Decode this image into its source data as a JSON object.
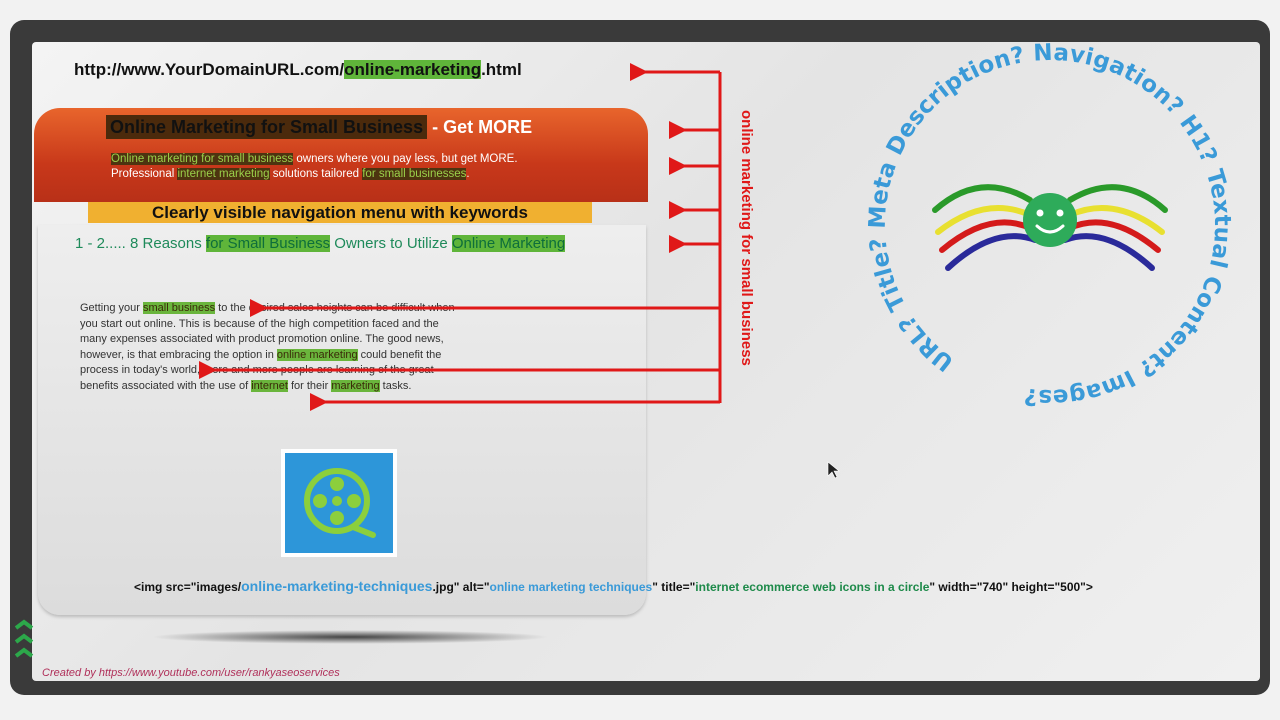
{
  "url_line": {
    "prefix": "http://www.YourDomainURL.com/",
    "keyword": "online-marketing",
    "suffix": ".html"
  },
  "banner": {
    "title_keyword": "Online Marketing for Small Business",
    "title_rest": " - Get MORE",
    "meta_line1_kw": "Online marketing for small business",
    "meta_line1_rest": " owners where you pay less, but get MORE.",
    "meta_line2_a": "Professional ",
    "meta_line2_kw1": "internet marketing",
    "meta_line2_b": " solutions tailored ",
    "meta_line2_kw2": "for small businesses",
    "meta_line2_c": "."
  },
  "nav_label": "Clearly visible navigation menu with keywords",
  "heading": {
    "a": "1 - 2..... 8 Reasons ",
    "kw1": "for Small Business",
    "b": " Owners to Utilize ",
    "kw2": "Online Marketing"
  },
  "body": {
    "t1": "Getting your ",
    "k1": "small business",
    "t2": " to the desired sales heights can be difficult when you start out online. This is because of the high competition faced and the many expenses associated with product promotion online. The good news, however, is that embracing the option in ",
    "k2": "online marketing",
    "t3": " could benefit the process in today's world, more and more people are learning of the great benefits associated with the use of ",
    "k3": "internet",
    "t4": " for their ",
    "k4": "marketing",
    "t5": " tasks."
  },
  "arrow_label": "online marketing for small business",
  "img_code": {
    "a": "<img src=\"images/",
    "b": "online-marketing-techniques",
    "c": ".jpg\" alt=\"",
    "d": "online marketing techniques",
    "e": "\" title=\"",
    "f": "internet ecommerce web icons in a circle",
    "g": "\" width=\"740\" height=\"500\">"
  },
  "circle_text": "URL? Title? Meta Description? Navigation? H1? Textual Content? Images?",
  "credit": "Created by https://www.youtube.com/user/rankyaseoservices",
  "colors": {
    "arrow": "#e01818",
    "keyword_highlight": "#5fb53a",
    "banner": "#d8481f",
    "circle_text": "#3a9ad8"
  }
}
